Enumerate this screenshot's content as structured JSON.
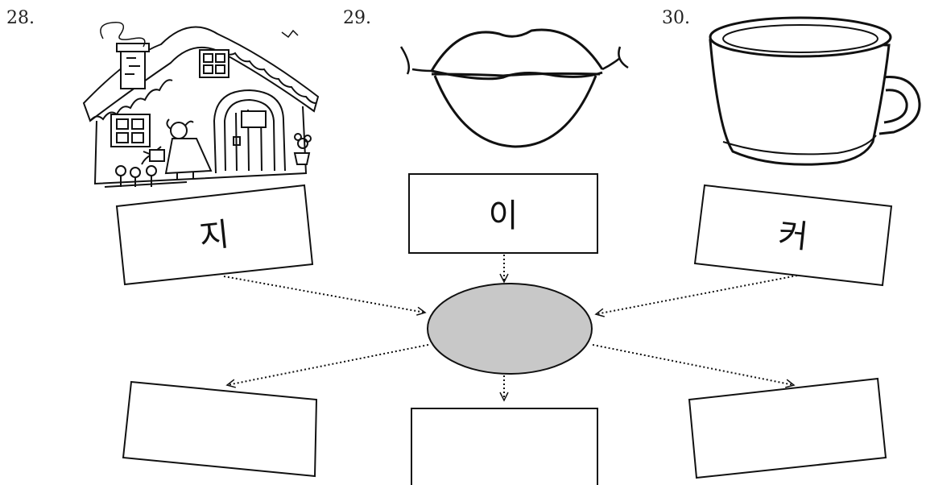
{
  "questions": [
    {
      "number": "28.",
      "picture": "house-illustration",
      "syllable": "지"
    },
    {
      "number": "29.",
      "picture": "lips-illustration",
      "syllable": "이"
    },
    {
      "number": "30.",
      "picture": "cup-illustration",
      "syllable": "커"
    }
  ],
  "center": {
    "fill": "#c8c8c8"
  },
  "answer_boxes": [
    {
      "name": "bottom-left-answer-box",
      "text": ""
    },
    {
      "name": "bottom-center-answer-box",
      "text": ""
    },
    {
      "name": "bottom-right-answer-box",
      "text": ""
    }
  ]
}
